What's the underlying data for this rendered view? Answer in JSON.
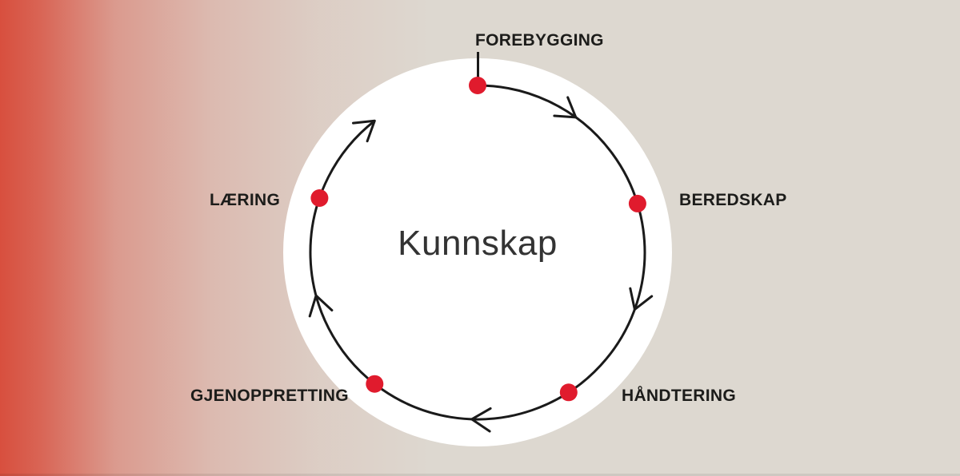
{
  "diagram": {
    "center_label": "Kunnskap",
    "stages": [
      {
        "id": "forebygging",
        "label": "FOREBYGGING",
        "angle_deg": 0
      },
      {
        "id": "beredskap",
        "label": "BEREDSKAP",
        "angle_deg": 73
      },
      {
        "id": "handtering",
        "label": "HÅNDTERING",
        "angle_deg": 147
      },
      {
        "id": "gjenoppretting",
        "label": "GJENOPPRETTING",
        "angle_deg": 218
      },
      {
        "id": "laering",
        "label": "LÆRING",
        "angle_deg": 289
      }
    ],
    "arrows_deg": [
      36,
      110,
      182,
      255,
      322
    ],
    "arc": {
      "start_deg": 0,
      "end_deg": 322
    },
    "colors": {
      "dot_red": "#e01b2d",
      "gradient_red": "#d84f3e",
      "background": "#ddd8d0",
      "line_black": "#1a1a1a",
      "disc_white": "#ffffff",
      "label_text": "#1c1c1a",
      "center_text": "#333333"
    }
  }
}
